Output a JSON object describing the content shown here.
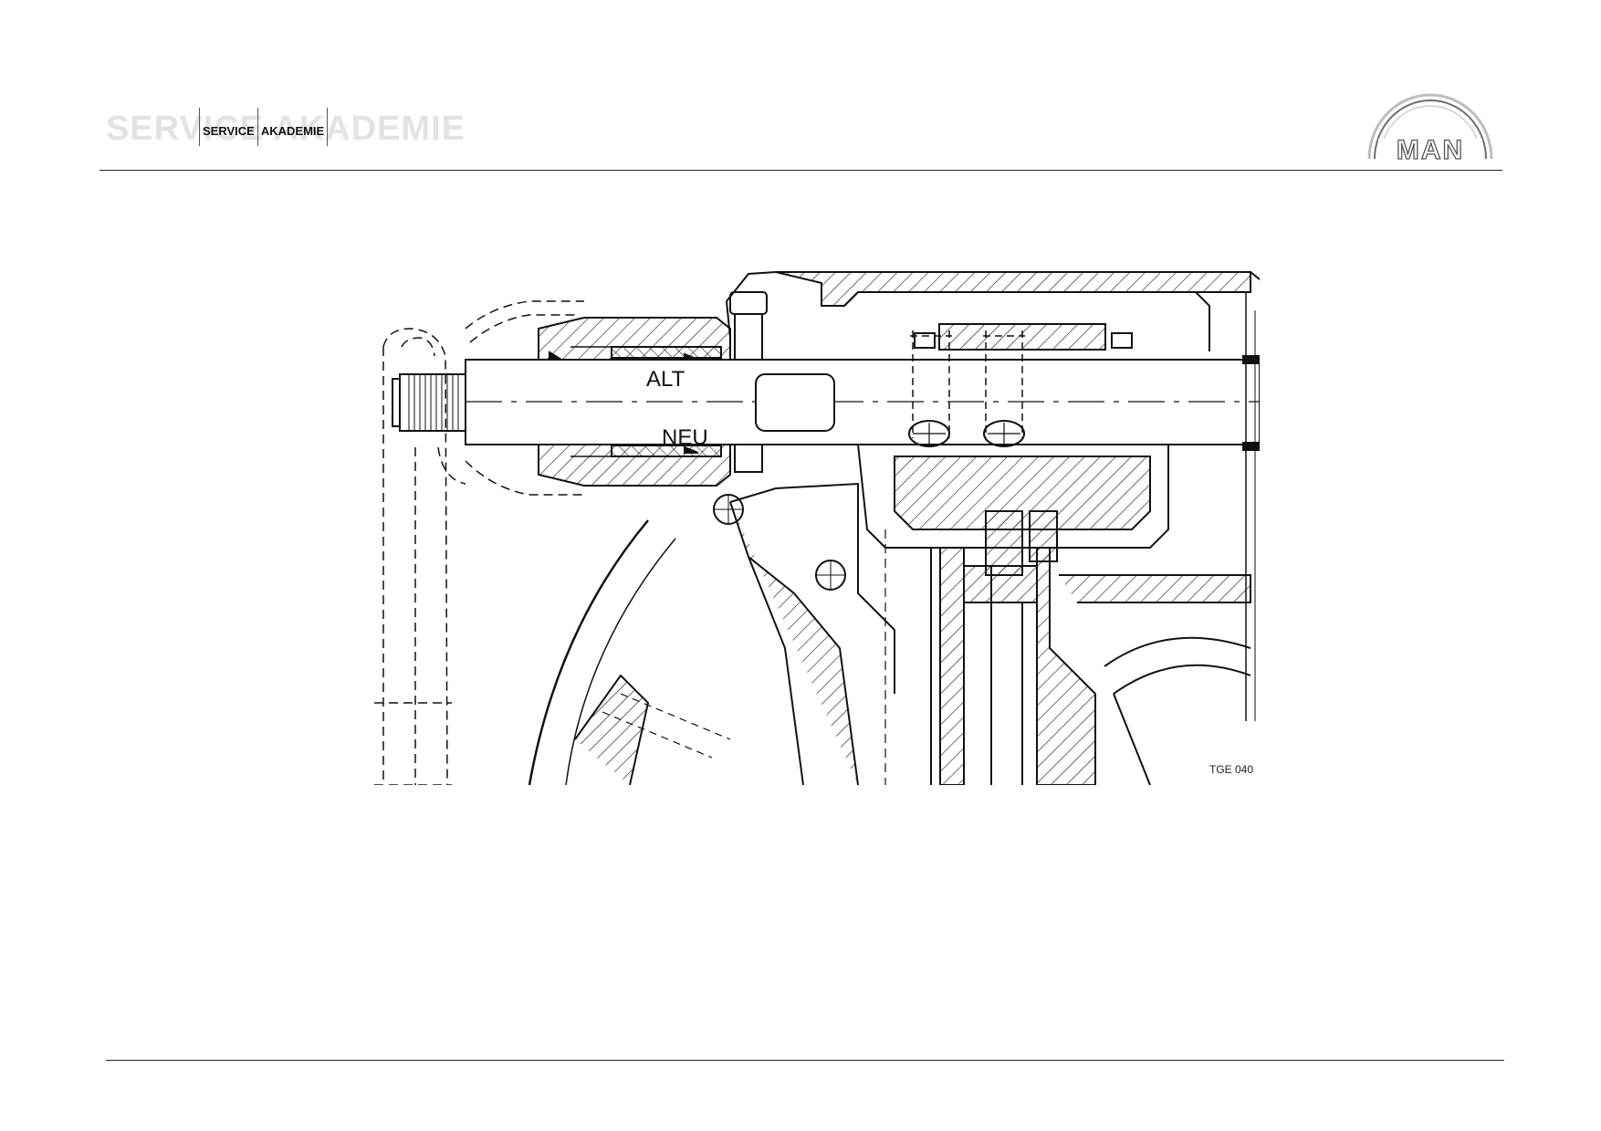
{
  "header": {
    "brand_ghost": "SERVICE AKADEMIE",
    "brand_words": [
      "SERVICE",
      "AKADEMIE"
    ],
    "logo_text": "MAN"
  },
  "figure": {
    "label_old": "ALT",
    "label_new": "NEU",
    "figure_id": "TGE 040"
  }
}
